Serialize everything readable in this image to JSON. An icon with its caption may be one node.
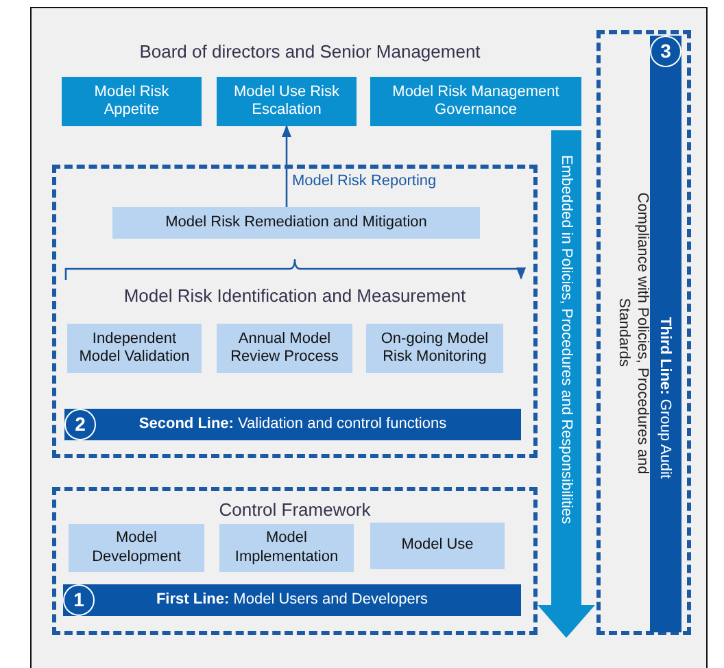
{
  "diagram": {
    "nodes": [
      {
        "text": [
          "Model Risk Appetite"
        ]
      },
      {
        "text": [
          "Model Use Risk Escalation"
        ]
      },
      {
        "text": [
          "Model Risk Management Governance"
        ]
      },
      {
        "text": [
          "Model Risk Identification and Measurement"
        ]
      },
      {
        "text": [
          "Model Risk Remediation and Mitigation"
        ],
        "in": 3
      },
      {
        "text": [
          "Independent Model Validation"
        ],
        "in": 3
      },
      {
        "text": [
          "Annual Model Review Process"
        ],
        "in": 3
      },
      {
        "text": [
          "On-going Model Risk Monitoring"
        ],
        "in": 3
      },
      {
        "text": [
          "**Second Line:** Validation and control functions"
        ],
        "in": 3
      },
      {
        "text": [
          "2"
        ],
        "in": 8
      },
      {
        "text": [
          "Control Framework"
        ]
      },
      {
        "text": [
          "Model Development"
        ],
        "in": 10
      },
      {
        "text": [
          "Model Implementation"
        ],
        "in": 10
      },
      {
        "text": [
          "Model Use"
        ],
        "in": 10
      },
      {
        "text": [
          "**First Line:** Model Users and Developers"
        ],
        "in": 10
      },
      {
        "text": [
          "1"
        ],
        "in": 14
      },
      {
        "text": [
          "Embedded in Policies, Procedures and Responsibilities"
        ]
      },
      {
        "text": [
          "Compliance with Policies, Procedures and Standards"
        ]
      },
      {
        "text": [
          "**Third Line:** Group Audit"
        ],
        "in": 17
      },
      {
        "text": [
          "3"
        ],
        "in": 18
      }
    ],
    "edges": [
      {
        "from": 4,
        "to": 1,
        "arrow": "to",
        "label": "Model Risk Reporting"
      }
    ],
    "labels": [
      "Board of directors and Senior Management"
    ]
  }
}
